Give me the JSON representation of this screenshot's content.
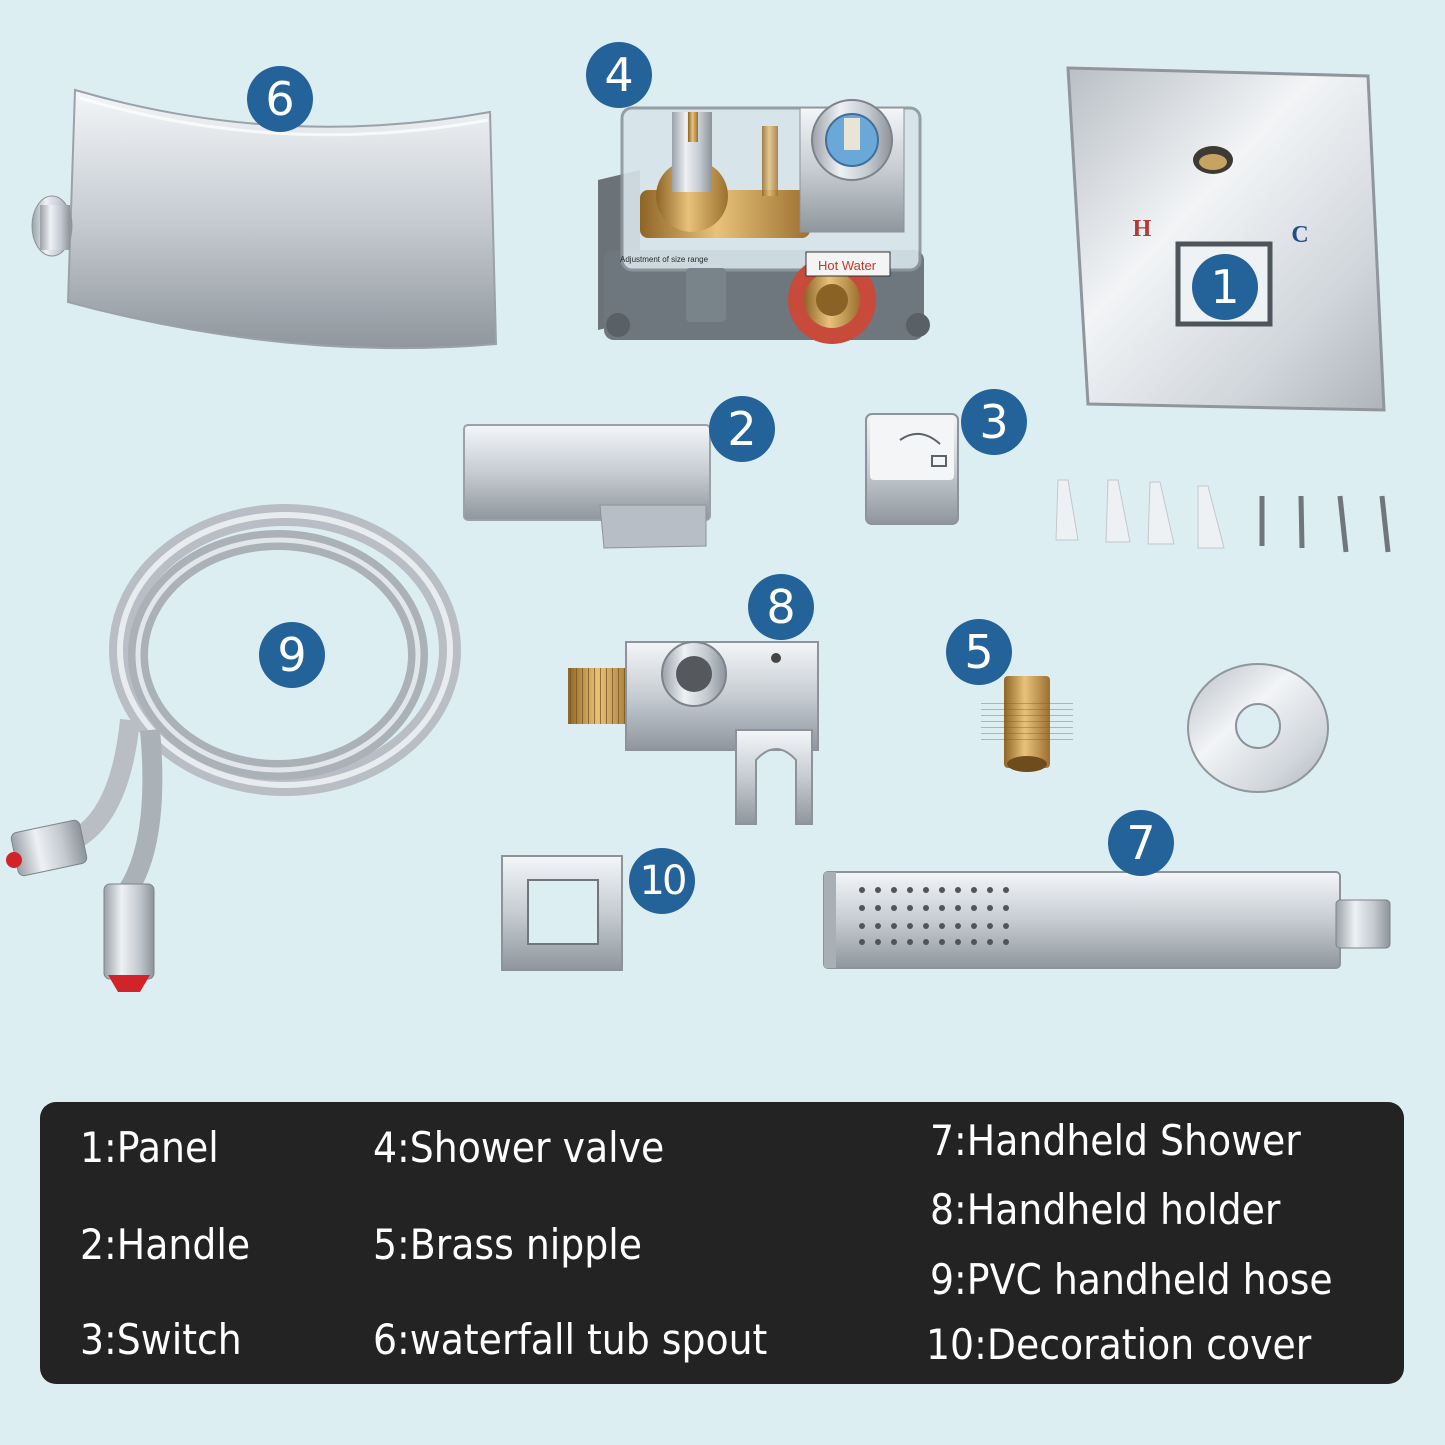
{
  "panel_markings": {
    "hot": "H",
    "cold": "C"
  },
  "valve_labels": {
    "size_range": "Adjustment of size range",
    "hot_water": "Hot Water"
  },
  "badges": [
    "1",
    "2",
    "3",
    "4",
    "5",
    "6",
    "7",
    "8",
    "9",
    "10"
  ],
  "legend": {
    "items": [
      "1:Panel",
      "2:Handle",
      "3:Switch",
      "4:Shower valve",
      "5:Brass nipple",
      "6:waterfall tub spout",
      "7:Handheld Shower",
      "8:Handheld holder",
      "9:PVC handheld hose",
      "10:Decoration cover"
    ]
  },
  "colors": {
    "background": "#ddeef3",
    "badge": "#24639a",
    "legend_bg": "#232323",
    "chrome": "#c9ced3",
    "brass": "#c99a4a"
  }
}
